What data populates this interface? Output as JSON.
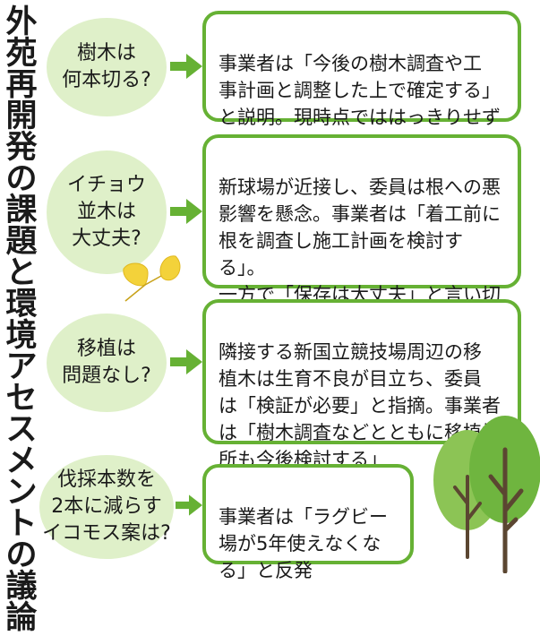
{
  "title": "外苑再開発の課題と環境アセスメントの議論",
  "colors": {
    "accent": "#66b134",
    "oval": "#dff0c9",
    "ginkgo": "#f3d23a",
    "tree": "#6fb53f"
  },
  "items": [
    {
      "question": "樹木は\n何本切る?",
      "answer": "事業者は「今後の樹木調査や工\n事計画と調整した上で確定する」\nと説明。現時点でははっきりせず"
    },
    {
      "question": "イチョウ\n並木は\n大丈夫?",
      "answer": "新球場が近接し、委員は根への悪\n影響を懸念。事業者は「着工前に\n根を調査し施工計画を検討する」。\n一方で「保存は大丈夫」と言い切る\nことは「なかなか難しい」とも"
    },
    {
      "question": "移植は\n問題なし?",
      "answer": "隣接する新国立競技場周辺の移\n植木は生育不良が目立ち、委員\nは「検証が必要」と指摘。事業者\nは「樹木調査などとともに移植場\n所も今後検討する」"
    },
    {
      "question": "伐採本数を\n2本に減らす\nイコモス案は?",
      "answer": "事業者は「ラグビー\n場が5年使えなくな\nる」と反発"
    }
  ]
}
